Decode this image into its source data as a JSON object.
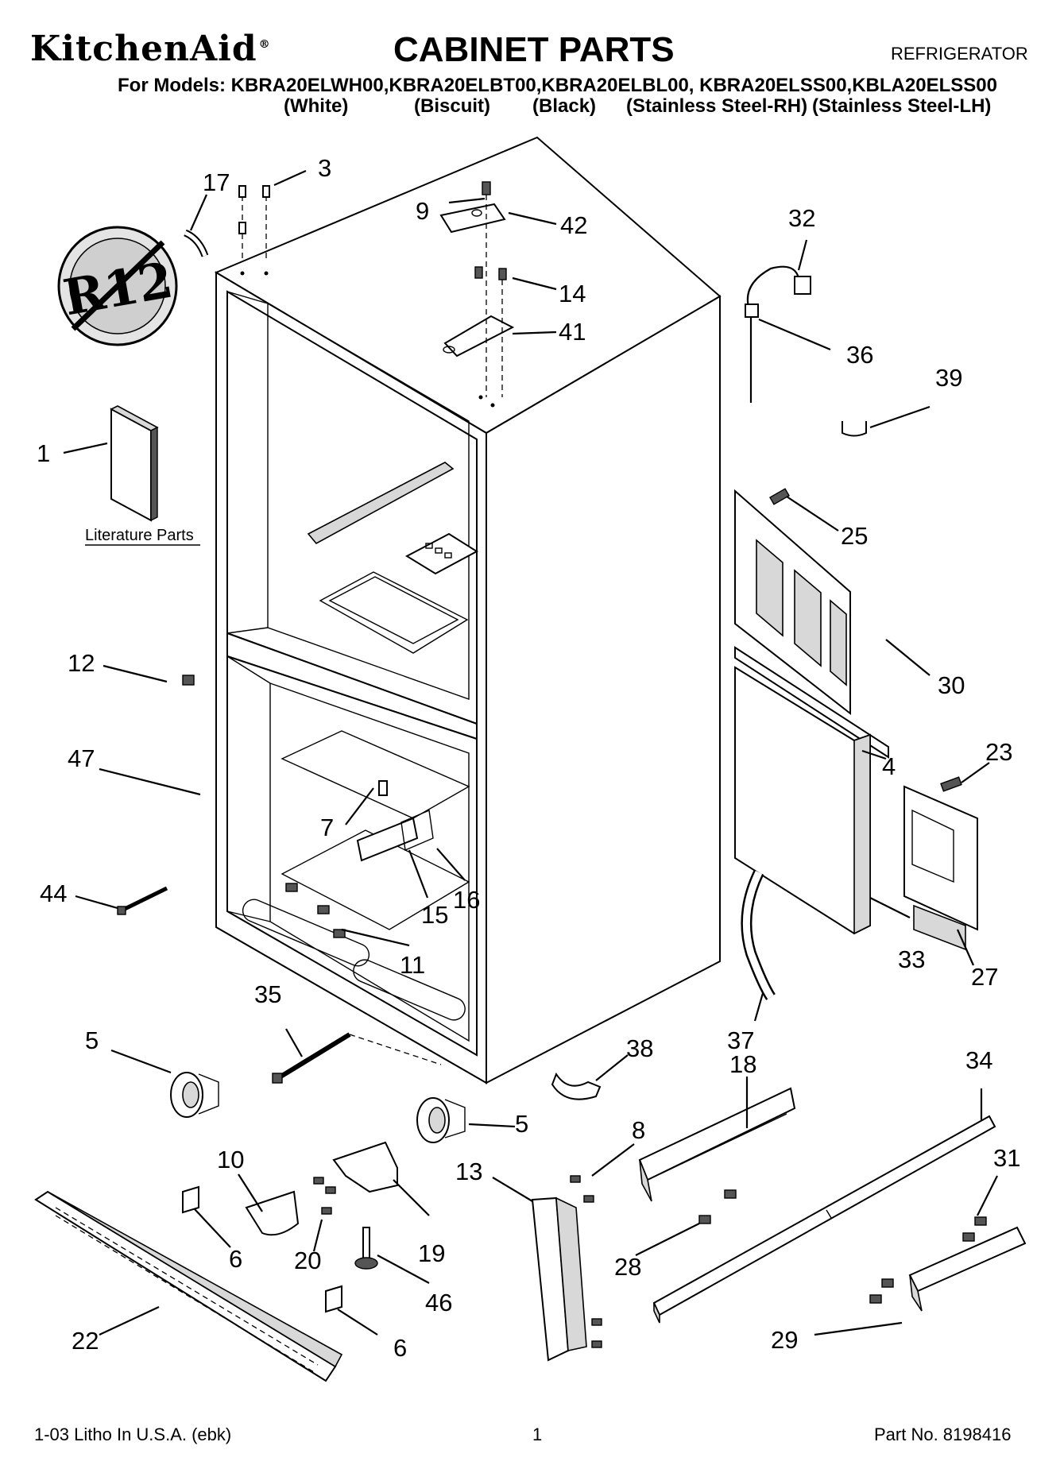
{
  "header": {
    "brand": "KitchenAid",
    "brand_mark": "®",
    "title": "CABINET PARTS",
    "product": "REFRIGERATOR",
    "models_line": "For Models: KBRA20ELWH00,KBRA20ELBT00,KBRA20ELBL00, KBRA20ELSS00,KBLA20ELSS00",
    "finishes": [
      "(White)",
      "(Biscuit)",
      "(Black)",
      "(Stainless Steel-RH)",
      "(Stainless Steel-LH)"
    ]
  },
  "diagram": {
    "refrigerant_badge": "R12",
    "literature_label": "Literature Parts",
    "callouts": [
      "1",
      "3",
      "4",
      "5",
      "5",
      "6",
      "6",
      "7",
      "8",
      "9",
      "10",
      "11",
      "12",
      "13",
      "14",
      "15",
      "16",
      "17",
      "18",
      "19",
      "20",
      "22",
      "23",
      "25",
      "27",
      "28",
      "29",
      "30",
      "31",
      "32",
      "33",
      "34",
      "35",
      "36",
      "37",
      "38",
      "39",
      "41",
      "42",
      "44",
      "46",
      "47"
    ]
  },
  "footer": {
    "left": "1-03 Litho In U.S.A. (ebk)",
    "center": "1",
    "right": "Part No. 8198416"
  }
}
